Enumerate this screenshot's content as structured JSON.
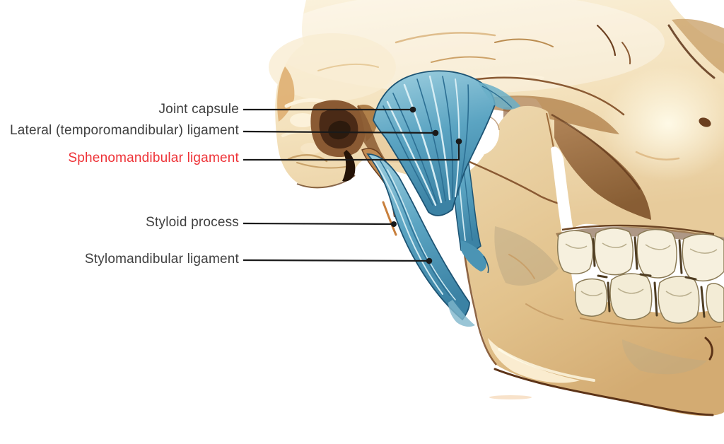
{
  "labels": {
    "joint_capsule": "Joint capsule",
    "lateral_ligament": "Lateral (temporomandibular) ligament",
    "sphenomandibular_ligament": "Sphenomandibular ligament",
    "styloid_process": "Styloid process",
    "stylomandibular_ligament": "Stylomandibular ligament"
  },
  "colors": {
    "highlight_label": "#ee3237",
    "label_text": "#3f3f3f",
    "leader_line": "#1a1a1a",
    "ligament_blue": "#5ba4c2",
    "bone_cream": "#f3e3c3",
    "bone_shadow": "#c1945f",
    "background": "#ffffff"
  }
}
